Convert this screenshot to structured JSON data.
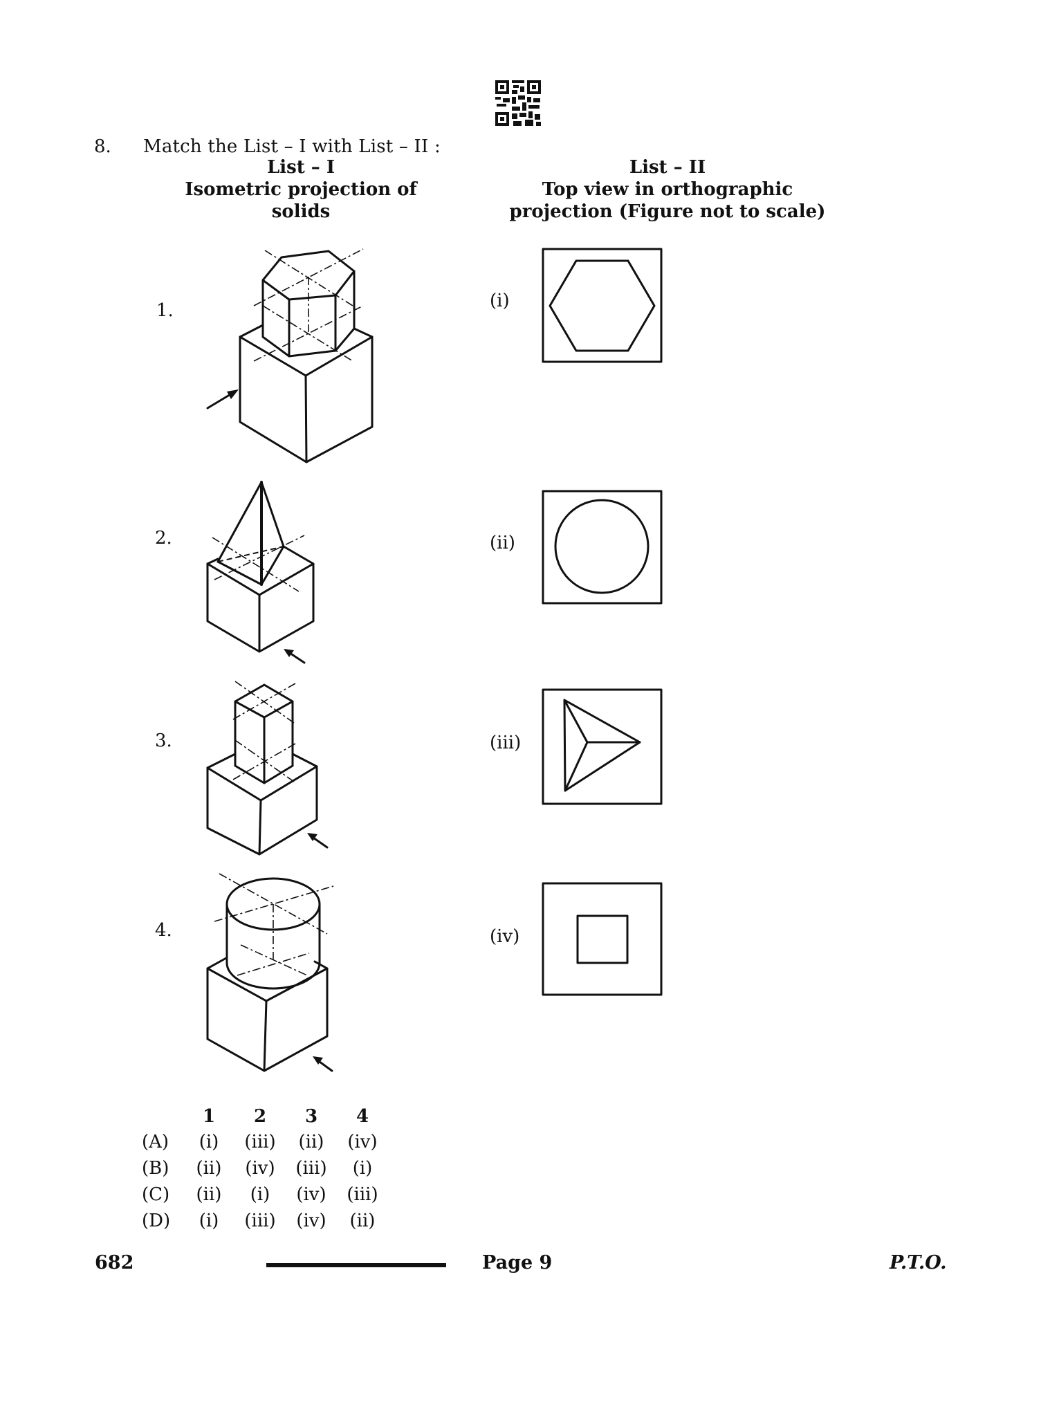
{
  "question": {
    "number": "8.",
    "prompt": "Match the List – I with List – II :"
  },
  "list_i": {
    "title": "List – I",
    "subtitle_line1": "Isometric projection of",
    "subtitle_line2": "solids",
    "items": [
      {
        "label": "1.",
        "figure": "hexagonal-prism-on-cube"
      },
      {
        "label": "2.",
        "figure": "triangular-pyramid-on-cube"
      },
      {
        "label": "3.",
        "figure": "square-prism-on-cube"
      },
      {
        "label": "4.",
        "figure": "cylinder-on-cube"
      }
    ]
  },
  "list_ii": {
    "title": "List – II",
    "subtitle_line1": "Top view in orthographic",
    "subtitle_line2": "projection (Figure not to scale)",
    "items": [
      {
        "label": "(i)",
        "figure": "hexagon-in-square"
      },
      {
        "label": "(ii)",
        "figure": "circle-in-square"
      },
      {
        "label": "(iii)",
        "figure": "triangle-with-center-lines-in-square"
      },
      {
        "label": "(iv)",
        "figure": "small-square-in-square"
      }
    ]
  },
  "options": {
    "columns": [
      "1",
      "2",
      "3",
      "4"
    ],
    "rows": [
      {
        "label": "(A)",
        "values": [
          "(i)",
          "(iii)",
          "(ii)",
          "(iv)"
        ]
      },
      {
        "label": "(B)",
        "values": [
          "(ii)",
          "(iv)",
          "(iii)",
          "(i)"
        ]
      },
      {
        "label": "(C)",
        "values": [
          "(ii)",
          "(i)",
          "(iv)",
          "(iii)"
        ]
      },
      {
        "label": "(D)",
        "values": [
          "(i)",
          "(iii)",
          "(iv)",
          "(ii)"
        ]
      }
    ]
  },
  "footer": {
    "code": "682",
    "page": "Page 9",
    "pto": "P.T.O."
  },
  "qr_code": {
    "icon": "qr-code-icon"
  }
}
